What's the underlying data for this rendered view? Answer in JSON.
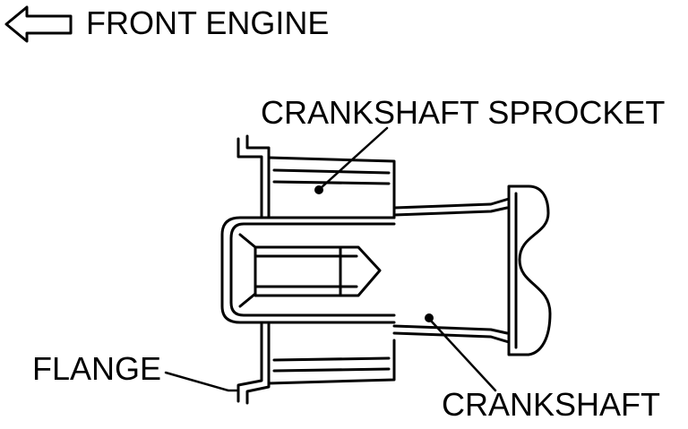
{
  "header": {
    "direction_label": "FRONT ENGINE",
    "direction_icon": "arrow-left-outline-icon"
  },
  "callouts": {
    "sprocket": "CRANKSHAFT SPROCKET",
    "flange": "FLANGE",
    "crankshaft": "CRANKSHAFT"
  },
  "colors": {
    "ink": "#000000",
    "background": "#ffffff"
  }
}
